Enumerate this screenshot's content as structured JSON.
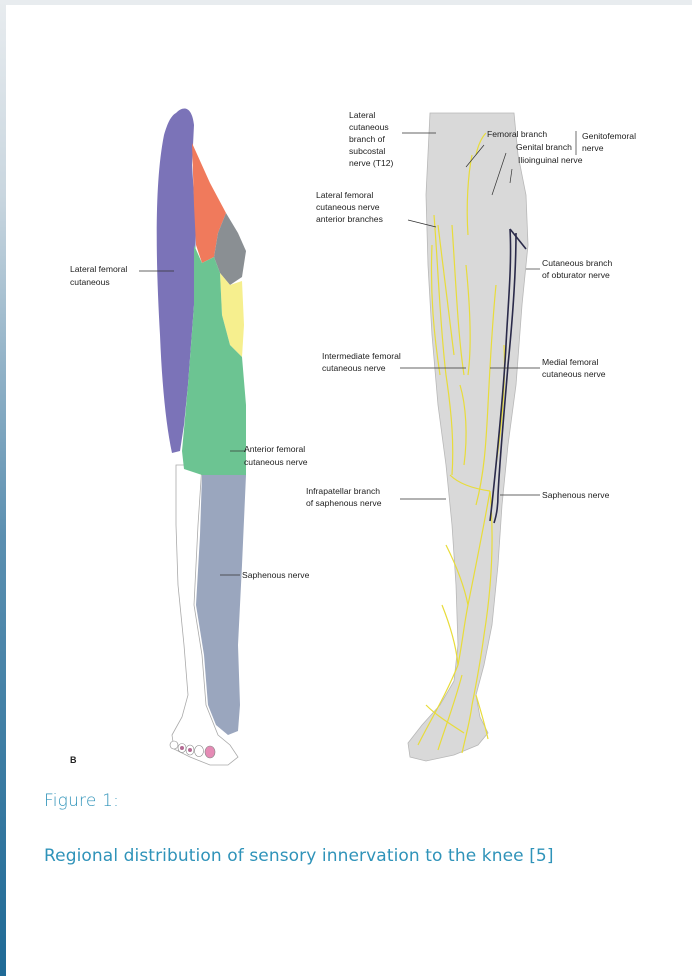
{
  "figure": {
    "panel_letter": "B",
    "left_labels": {
      "lateral_femoral": [
        "Lateral femoral",
        "cutaneous"
      ],
      "anterior_femoral": [
        "Anterior femoral",
        "cutaneous nerve"
      ],
      "saphenous": [
        "Saphenous nerve"
      ]
    },
    "right_labels": {
      "lateral_cutaneous": [
        "Lateral",
        "cutaneous",
        "branch of",
        "subcostal",
        "nerve (T12)"
      ],
      "femoral_branch": [
        "Femoral branch"
      ],
      "genital_branch": [
        "Genital branch"
      ],
      "ilioinguinal": [
        "Ilioinguinal nerve"
      ],
      "genitofemoral": [
        "Genitofemoral",
        "nerve"
      ],
      "lateral_femoral_anterior": [
        "Lateral femoral",
        "cutaneous nerve",
        "anterior branches"
      ],
      "cutaneous_obturator": [
        "Cutaneous branch",
        "of obturator nerve"
      ],
      "intermediate_femoral": [
        "Intermediate femoral",
        "cutaneous nerve"
      ],
      "medial_femoral": [
        "Medial femoral",
        "cutaneous nerve"
      ],
      "infrapatellar": [
        "Infrapatellar branch",
        "of saphenous nerve"
      ],
      "saphenous_right": [
        "Saphenous nerve"
      ]
    },
    "colors": {
      "lateral_femoral_region": "#7b73b8",
      "orange_region": "#f07a5c",
      "gray_region": "#8a8f93",
      "yellow_region": "#f6ef8e",
      "green_region": "#6cc492",
      "saphenous_region": "#9aa6be",
      "leg_gray": "#d9d9d9",
      "nerve_yellow": "#e8dc3a",
      "obturator_nerve": "#2a2a4a"
    }
  },
  "caption": {
    "label": "Figure 1:",
    "text": "Regional distribution of sensory innervation to the  knee [5]"
  }
}
